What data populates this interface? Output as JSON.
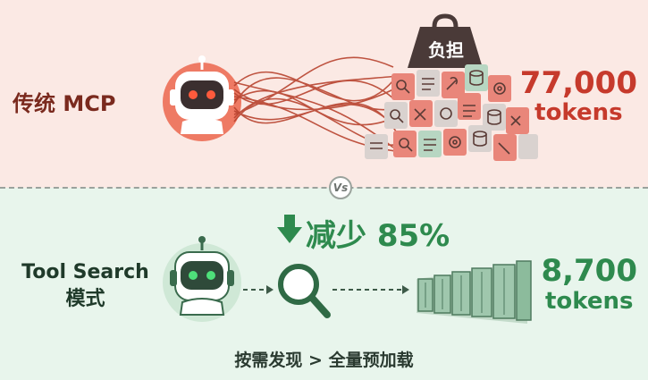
{
  "top": {
    "label": "传统 MCP",
    "weight_label": "负担",
    "tokens_value": "77,000",
    "tokens_unit": "tokens"
  },
  "divider": {
    "vs_label": "Vs"
  },
  "bottom": {
    "reduction": "减少 85%",
    "label_line1": "Tool Search",
    "label_line2": "模式",
    "tokens_value": "8,700",
    "tokens_unit": "tokens",
    "caption": "按需发现 > 全量预加载"
  },
  "colors": {
    "traditional": "#c63a2c",
    "search": "#2e8a4e",
    "top_bg": "#fbe9e4",
    "bottom_bg": "#e8f5ec"
  },
  "icons": [
    "robot-red-icon",
    "weight-icon",
    "robot-green-icon",
    "magnifier-icon",
    "server-rack-icon",
    "down-arrow-icon"
  ]
}
